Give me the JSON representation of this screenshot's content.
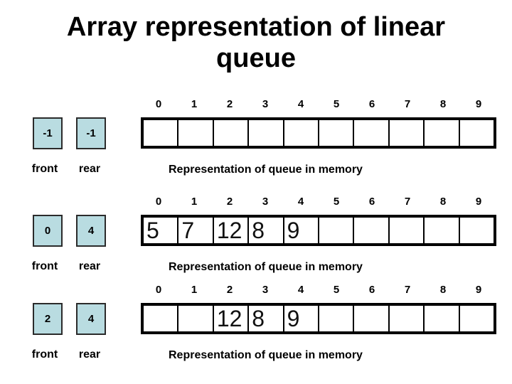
{
  "slide": {
    "title": "Array representation of linear\nqueue"
  },
  "labels": {
    "front": "front",
    "rear": "rear",
    "caption": "Representation of queue in memory"
  },
  "array": {
    "indices": [
      "0",
      "1",
      "2",
      "3",
      "4",
      "5",
      "6",
      "7",
      "8",
      "9"
    ]
  },
  "states": [
    {
      "front": "-1",
      "rear": "-1",
      "cells": [
        "",
        "",
        "",
        "",
        "",
        "",
        "",
        "",
        "",
        ""
      ]
    },
    {
      "front": "0",
      "rear": "4",
      "cells": [
        "5",
        "7",
        "12",
        "8",
        "9",
        "",
        "",
        "",
        "",
        ""
      ]
    },
    {
      "front": "2",
      "rear": "4",
      "cells": [
        "",
        "",
        "12",
        "8",
        "9",
        "",
        "",
        "",
        "",
        ""
      ]
    }
  ],
  "colors": {
    "pointer_box_fill": "#b9dce1",
    "pointer_box_border": "#2b2b2b",
    "array_border": "#000000",
    "text": "#000000"
  }
}
